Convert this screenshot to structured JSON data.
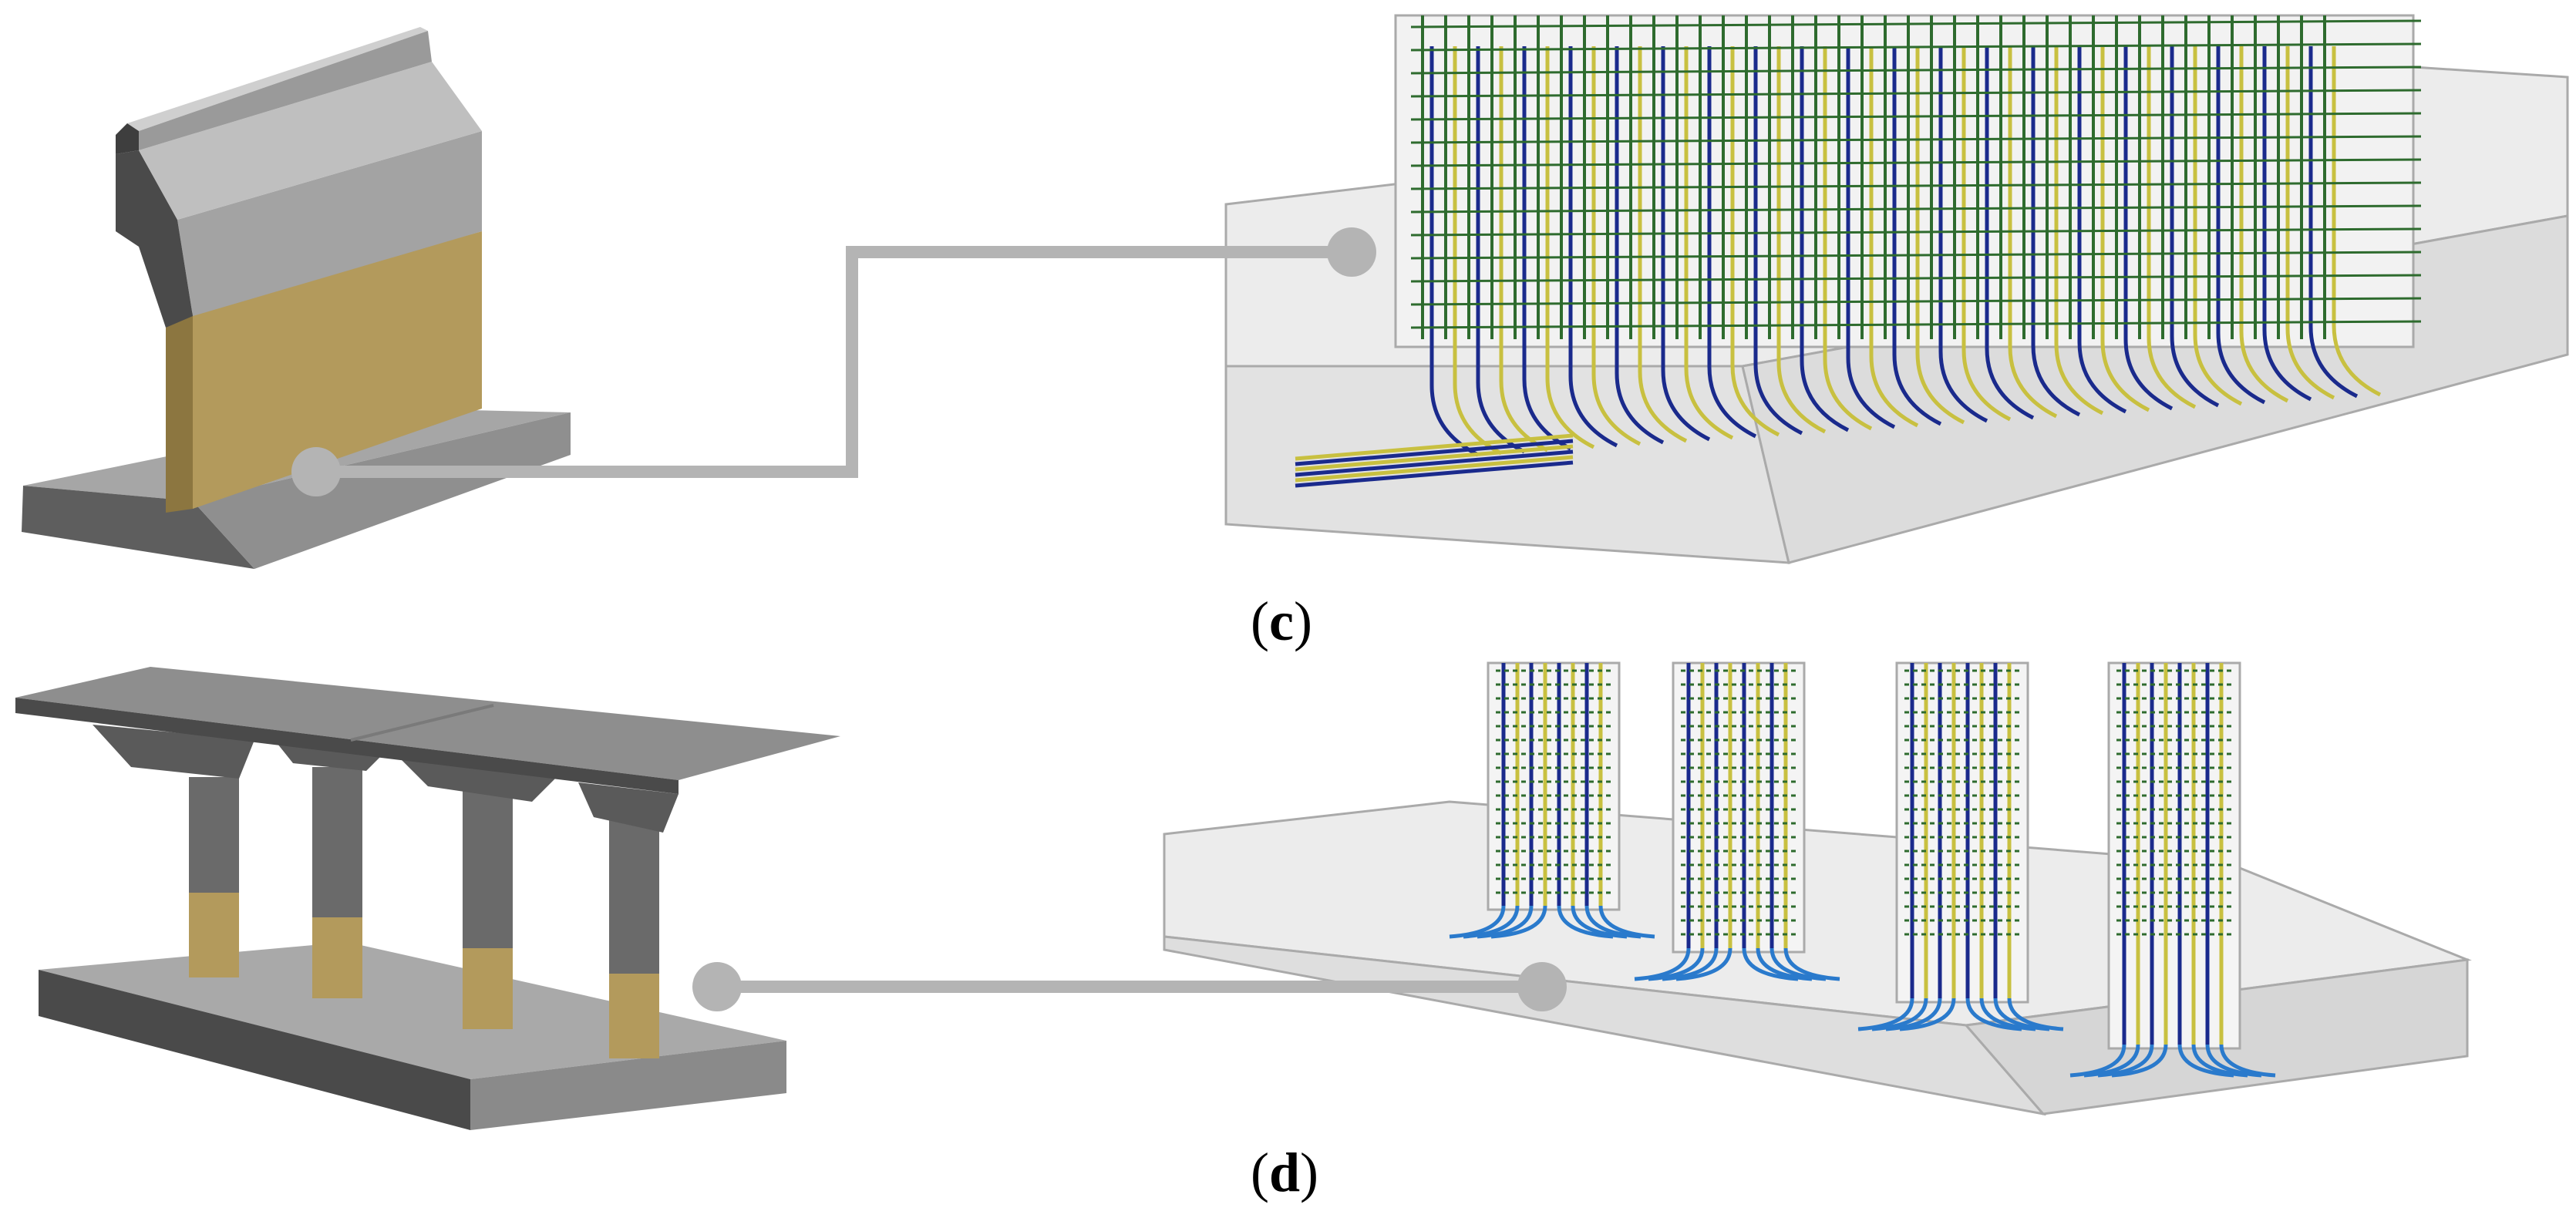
{
  "panels": [
    {
      "id": "c",
      "label_open": "(",
      "label_letter": "c",
      "label_close": ")"
    },
    {
      "id": "d",
      "label_open": "(",
      "label_letter": "d",
      "label_close": ")"
    }
  ],
  "colors": {
    "concrete_light": "#a9a9a9",
    "concrete_mid": "#8a8a8a",
    "concrete_dark": "#4d4d4d",
    "highlight_tan": "#b39a5c",
    "highlight_tan_dark": "#8c7640",
    "connector_gray": "#b4b4b4",
    "rebar_green": "#2e6b2e",
    "rebar_blue": "#1a2a8c",
    "rebar_yellow": "#c8c040",
    "rebar_cyan": "#2a7acc",
    "transparent_concrete": "#ececec"
  },
  "icons": [
    "retaining-wall-model",
    "rebar-wall-footing-detail",
    "bridge-pier-model",
    "rebar-pier-footing-detail",
    "connector-callout"
  ]
}
